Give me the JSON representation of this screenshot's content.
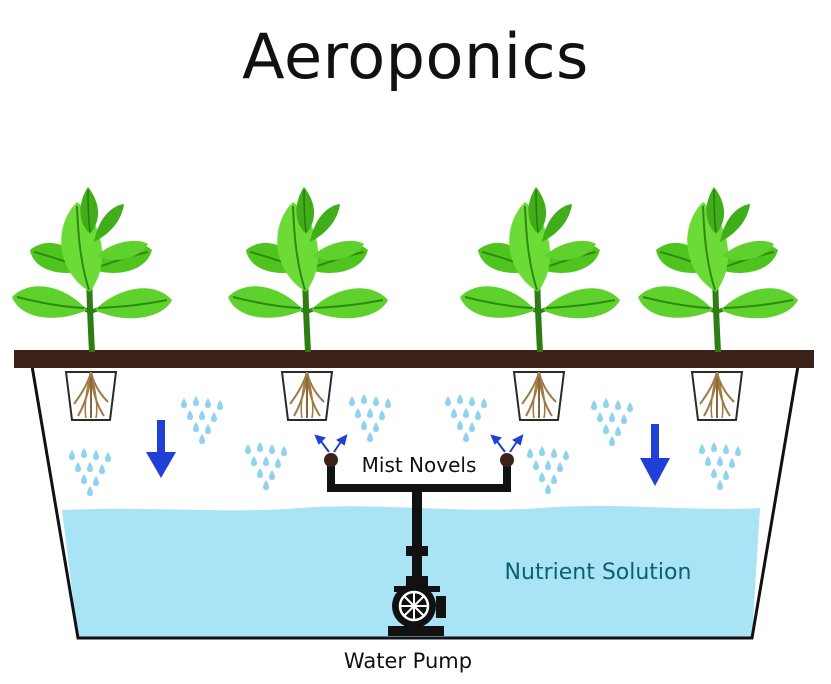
{
  "title": "Aeroponics",
  "labels": {
    "mist_nozzles": "Mist Novels",
    "nutrient_solution": "Nutrient Solution",
    "water_pump": "Water Pump"
  },
  "colors": {
    "leaf_light": "#5fd12d",
    "leaf_dark": "#2f8a12",
    "stem": "#2e7d12",
    "lid": "#3b2218",
    "root": "#a07a46",
    "water": "#a9e3f6",
    "droplet": "#8fd3ee",
    "arrow_blue": "#1f3fd6",
    "pump": "#111111",
    "label_teal": "#0d5f72"
  }
}
